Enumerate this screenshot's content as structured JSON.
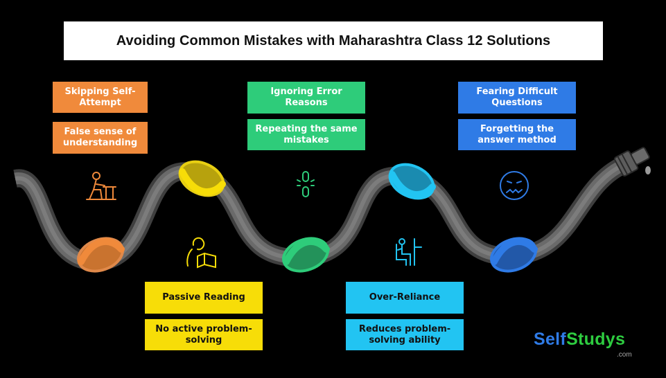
{
  "title": "Avoiding Common Mistakes with Maharashtra Class 12 Solutions",
  "cards": {
    "skip_self_attempt": "Skipping Self-Attempt",
    "false_sense": "False sense of understanding",
    "ignoring_errors": "Ignoring Error Reasons",
    "repeating_mistakes": "Repeating the same mistakes",
    "fearing_difficult": "Fearing Difficult Questions",
    "forgetting_method": "Forgetting the answer method",
    "passive_reading": "Passive Reading",
    "no_active": "No active problem-solving",
    "over_reliance": "Over-Reliance",
    "reduces_ability": "Reduces problem-solving ability"
  },
  "icons": [
    "student-at-desk-icon",
    "reader-with-book-icon",
    "broken-chain-icon",
    "person-on-chair-icon",
    "worried-face-icon"
  ],
  "colors": {
    "orange": "#f08a3b",
    "yellow": "#f7dd08",
    "green": "#2ecc7a",
    "cyan": "#22c4f2",
    "blue": "#2f7be6",
    "hose": "#555555"
  },
  "logo": {
    "self": "Self",
    "studys": "Studys",
    "domain": ".com",
    "self_color": "#2f7be6",
    "studys_color": "#2ecc40"
  }
}
